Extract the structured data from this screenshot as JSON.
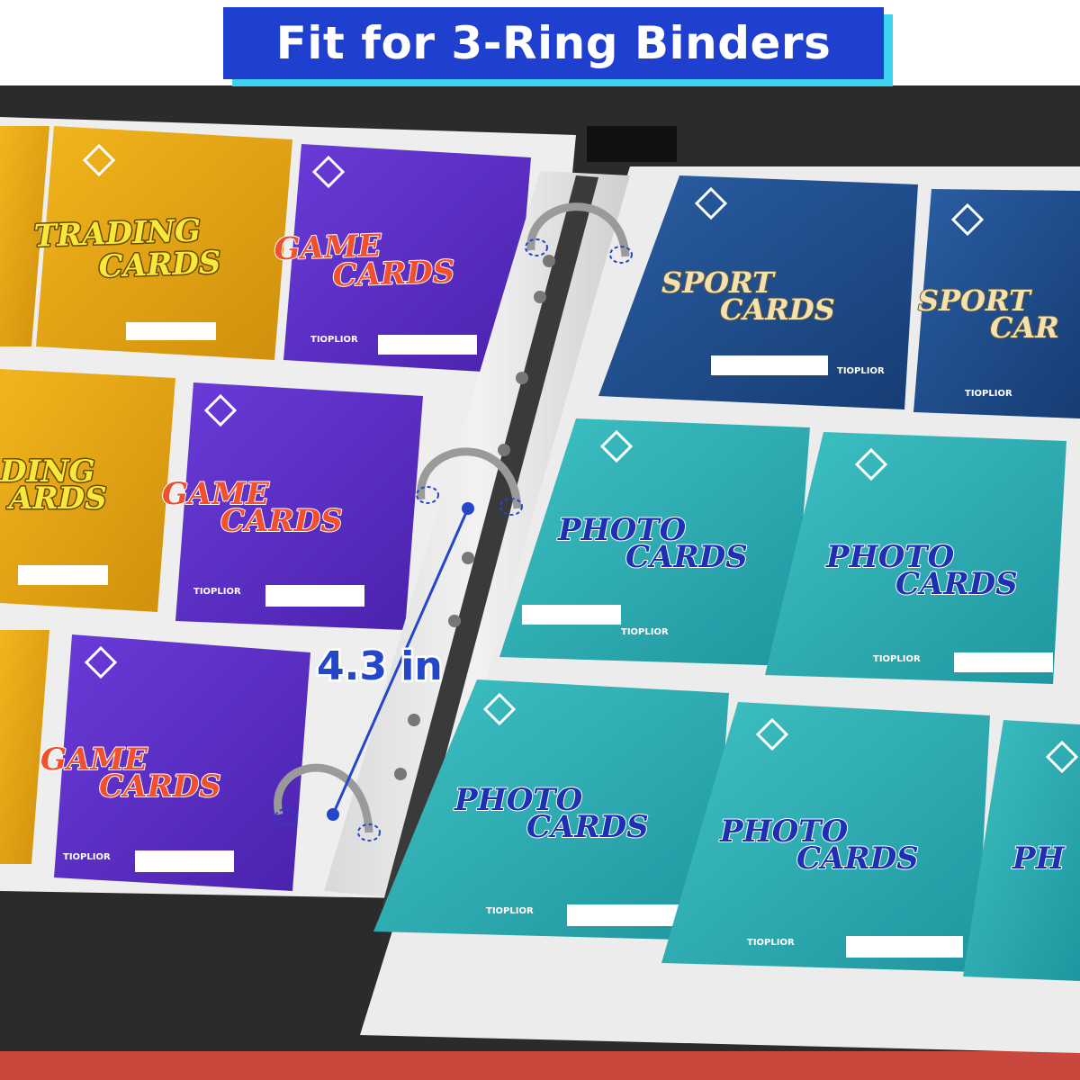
{
  "banner": {
    "title": "Fit for 3-Ring Binders"
  },
  "cards": {
    "trading": [
      "TRADING",
      "CARDS"
    ],
    "trading_partial": [
      "DING",
      "ARDS"
    ],
    "game": [
      "GAME",
      "CARDS"
    ],
    "sport": [
      "SPORT",
      "CARDS"
    ],
    "sport_partial": [
      "SPORT",
      "CAR"
    ],
    "photo": [
      "PHOTO",
      "CARDS"
    ],
    "photo_partial": [
      "PH"
    ],
    "brand": "TIOPLIOR"
  },
  "measurement": {
    "label": "4.3 in"
  },
  "colors": {
    "banner": "#1f3fcf",
    "banner_shadow": "#3fd3f2",
    "trading": "#e0a314",
    "game": "#5a2fc4",
    "sport": "#1d4a8a",
    "photo": "#2aa8b0",
    "binder": "#2b2b2b",
    "accent": "#2446c9"
  }
}
